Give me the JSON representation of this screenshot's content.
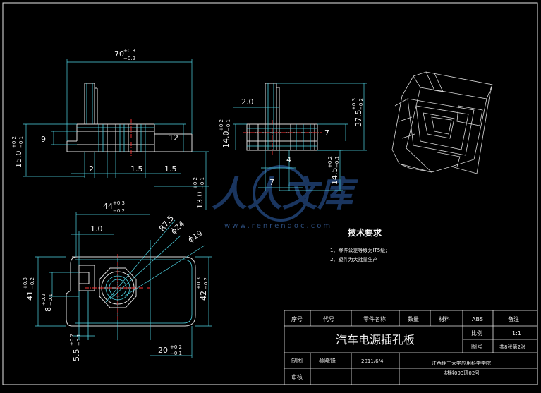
{
  "drawing": {
    "wm": {
      "brand": "人人文库",
      "url": "www.renrendoc.com"
    },
    "front": {
      "w70": "70",
      "w70_tol_up": "+0.3",
      "w70_tol_dn": "−0.2",
      "d9": "9",
      "d12": "12",
      "d2": "2",
      "d15a": "1.5",
      "d15b": "1.5",
      "h15": "15.0",
      "h15_up": "+0.2",
      "h15_dn": "−0.1",
      "h13": "13.0",
      "h13_up": "+0.2",
      "h13_dn": "−0.1"
    },
    "side": {
      "d20": "2.0",
      "d7a": "7",
      "d4": "4",
      "d7b": "7",
      "h14": "14.0",
      "h14_up": "+0.2",
      "h14_dn": "−0.1",
      "h375": "37.5",
      "h375_up": "+0.3",
      "h375_dn": "−0.2",
      "h145": "14.5",
      "h145_up": "+0.2",
      "h145_dn": "−0.1"
    },
    "top": {
      "w44": "44",
      "w44_up": "+0.3",
      "w44_dn": "−0.2",
      "d10": "1.0",
      "r75": "R7.5",
      "phi24": "ϕ24",
      "phi19": "ϕ19",
      "h41": "41",
      "h41_up": "+0.3",
      "h41_dn": "−0.2",
      "h8": "8",
      "h8_up": "+0.2",
      "h8_dn": "−0.1",
      "h42": "42",
      "h42_up": "+0.3",
      "h42_dn": "−0.2",
      "w55": "5.5",
      "w55_up": "+0.2",
      "w55_dn": "−0.1",
      "w20": "20",
      "w20_up": "+0.2",
      "w20_dn": "−0.1"
    },
    "notes": {
      "title": "技术要求",
      "line1": "1、零件公差等级为IT5级;",
      "line2": "2、塑件为大批量生产"
    },
    "title_block": {
      "h1": "序号",
      "h2": "代号",
      "h3": "零件名称",
      "h4": "数量",
      "h5": "材料",
      "h6": "ABS",
      "h7": "备注",
      "part_name": "汽车电源插孔板",
      "scale_label": "比例",
      "scale": "1:1",
      "sheet_label": "图号",
      "sheet": "共8张第2张",
      "drawn_label": "制图",
      "drawn_by": "蔡晓锋",
      "date": "2011/6/4",
      "check_label": "审核",
      "school": "江西理工大学应用科学学院",
      "class": "材料093班02号"
    }
  }
}
